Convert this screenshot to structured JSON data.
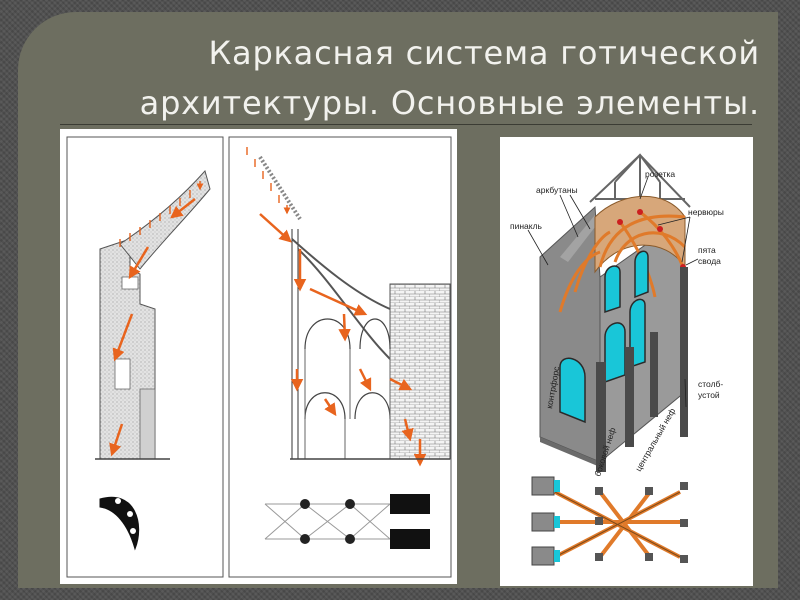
{
  "slide": {
    "title_line1": "Каркасная система готической",
    "title_line2": "архитектуры. Основные элементы."
  },
  "diagram": {
    "labels": {
      "rozetka": "розетка",
      "arkbutany": "аркбутаны",
      "nervyury": "нервюры",
      "pinakl": "пинакль",
      "pyata_svoda_1": "пята",
      "pyata_svoda_2": "свода",
      "kontrfors": "контрфорс",
      "bokovoy_nef": "боковой неф",
      "tsentralny_nef": "центральный неф",
      "stolb_ustoy_1": "столб-",
      "stolb_ustoy_2": "устой"
    },
    "colors": {
      "force_arrow": "#e8641e",
      "rib": "#e07a2a",
      "window_glass": "#19c6d8",
      "structure": "#8a8a8a",
      "node": "#cc1f1f"
    }
  }
}
